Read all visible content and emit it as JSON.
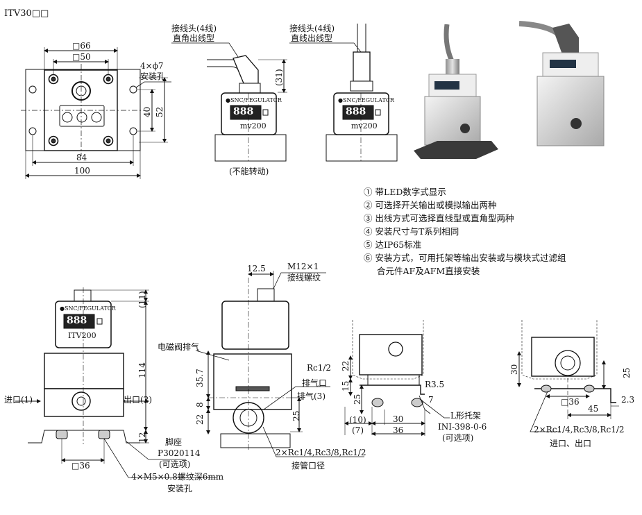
{
  "title": "ITV30□□",
  "top_front": {
    "dim_66": "□66",
    "dim_50": "□50",
    "dim_84": "84",
    "dim_100": "100",
    "dim_40": "40",
    "dim_52": "52",
    "hole_spec": "4×ϕ7",
    "hole_label": "安装孔"
  },
  "connector_angle": {
    "label_1": "接线头(4线)",
    "label_2": "直角出线型",
    "dim_31": "(31)",
    "brand": "●SNC/FEGULATCR",
    "display": "888",
    "model": "mv200"
  },
  "connector_straight": {
    "label_1": "接线头(4线)",
    "label_2": "直线出线型",
    "brand": "●SNC/FEGULATCR",
    "display": "888",
    "model": "mv200"
  },
  "no_rotate_note": "(不能转动)",
  "features": [
    "① 带LED数字式显示",
    "② 可选择开关输出或模拟输出两种",
    "③ 出线方式可选择直线型或直角型两种",
    "④ 安装尺寸与T系列相同",
    "⑤ 达IP65标准",
    "⑥ 安装方式，可用托架等输出安装或与模块式过滤组",
    "合元件AF及AFM直接安装"
  ],
  "front_view": {
    "brand": "●SNC/FEGULATCR",
    "display": "888",
    "model": "ITV200",
    "inlet": "进口(1)",
    "outlet": "出口(2)",
    "dim_11": "(11)",
    "dim_114": "114",
    "dim_12": "12",
    "dim_36": "□36",
    "foot_1": "脚座",
    "foot_2": "P3020114",
    "foot_3": "(可选项)",
    "screw": "4×M5×0.8螺纹深6mm",
    "mount_hole": "安装孔"
  },
  "side_view": {
    "dim_12_5": "12.5",
    "thread": "M12×1",
    "thread_label": "接线螺纹",
    "solenoid_exhaust": "电磁阀排气",
    "dim_35_7": "35.7",
    "dim_8": "8",
    "dim_22": "22",
    "rc_half": "Rc1/2",
    "exhaust_port": "排气口",
    "exhaust_3": "排气(3)",
    "dim_25": "25",
    "pipe_spec": "2×Rc1/4,Rc3/8,Rc1/2",
    "pipe_label": "接管口径"
  },
  "bracket_view": {
    "dim_22": "22",
    "dim_15": "15",
    "dim_25": "25",
    "dim_r3_5": "R3.5",
    "dim_7": "7",
    "dim_10": "(10)",
    "dim_7b": "(7)",
    "dim_30": "30",
    "dim_36": "36",
    "bracket_1": "L形托架",
    "bracket_2": "INI-398-0-6",
    "bracket_3": "(可选项)"
  },
  "port_view": {
    "dim_30": "30",
    "dim_25": "25",
    "dim_45": "45",
    "dim_2_3": "2.3",
    "dim_36": "□36",
    "port_spec": "2×Rc1/4,Rc3/8,Rc1/2",
    "port_label": "进口、出口"
  }
}
